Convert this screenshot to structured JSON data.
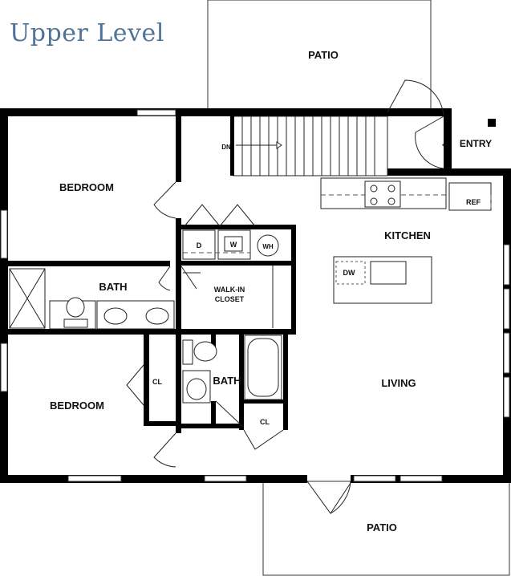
{
  "title": "Upper Level",
  "rooms": {
    "patio_top": "PATIO",
    "dn": "DN",
    "entry": "ENTRY",
    "entry_arrow": "←",
    "bedroom_top": "BEDROOM",
    "bath_main": "BATH",
    "dryer": "D",
    "washer": "W",
    "water_heater": "WH",
    "walkin_line1": "WALK-IN",
    "walkin_line2": "CLOSET",
    "kitchen": "KITCHEN",
    "dishwasher": "DW",
    "refrigerator": "REF",
    "closet_bedroom": "CL",
    "bath_second": "BATH",
    "closet_bath": "CL",
    "bedroom_bottom": "BEDROOM",
    "living": "LIVING",
    "patio_bottom": "PATIO"
  }
}
